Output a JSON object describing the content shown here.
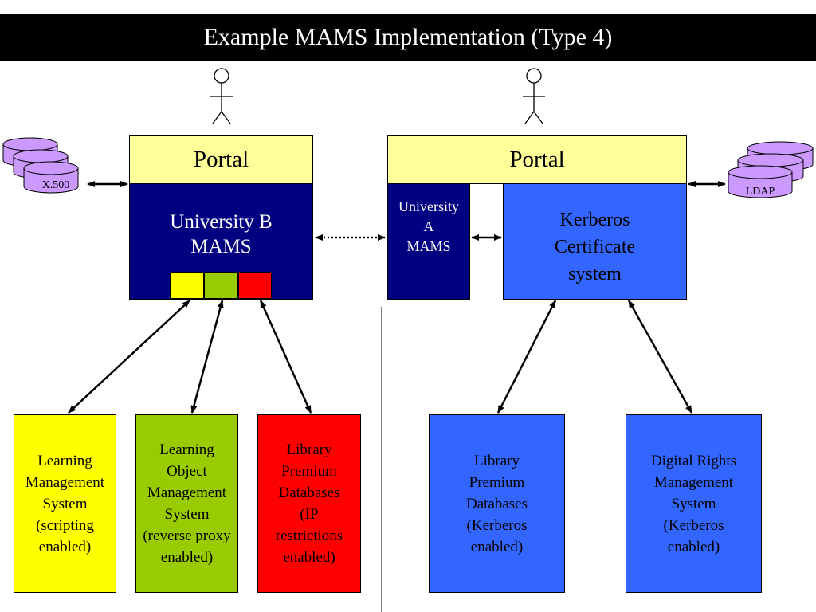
{
  "title": "Example MAMS Implementation (Type 4)",
  "left": {
    "portal_label": "Portal",
    "mams_label": "University B\nMAMS",
    "database_label": "X.500",
    "swatch_colors": [
      "#ffff00",
      "#99cc00",
      "#ff0000"
    ]
  },
  "right": {
    "portal_label": "Portal",
    "mams_label": "University\nA\nMAMS",
    "kerberos_label": "Kerberos\nCertificate\nsystem",
    "database_label": "LDAP"
  },
  "services": {
    "lms": "Learning\nManagement\nSystem\n(scripting\nenabled)",
    "loms": "Learning\nObject\nManagement\nSystem\n(reverse proxy\nenabled)",
    "library_ip": "Library\nPremium\nDatabases\n(IP\nrestrictions\nenabled)",
    "library_kerberos": "Library\nPremium\nDatabases\n(Kerberos\nenabled)",
    "drm": "Digital Rights\nManagement\nSystem\n(Kerberos\nenabled)"
  },
  "colors": {
    "title_bg": "#000000",
    "portal": "#ffff99",
    "mams_navy": "#000080",
    "kerberos_blue": "#3366ff",
    "database": "#cc99ff",
    "yellow": "#ffff00",
    "green": "#99cc00",
    "red": "#ff0000"
  }
}
